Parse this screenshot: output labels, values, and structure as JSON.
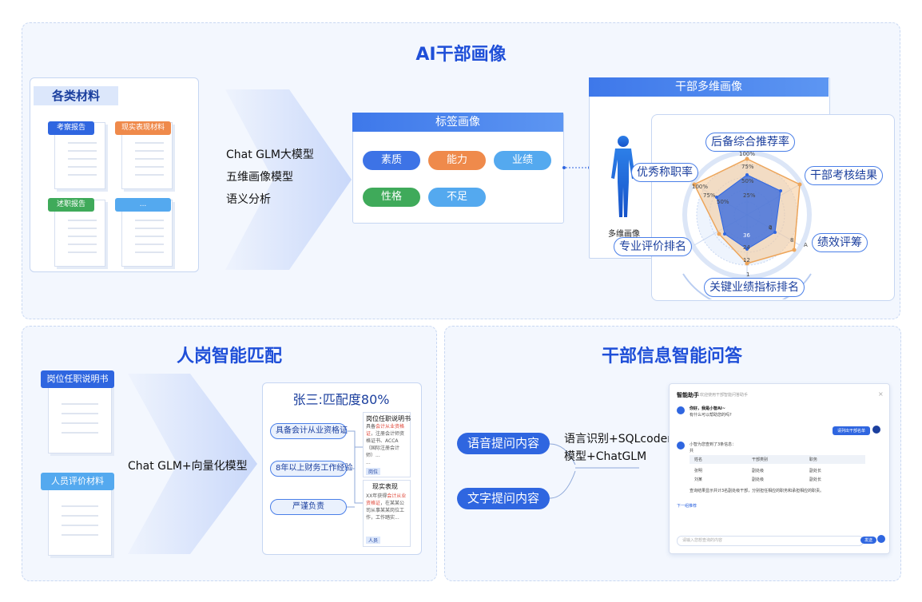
{
  "sections": {
    "top": {
      "title": "AI干部画像",
      "materials_title": "各类材料",
      "materials": [
        "考察报告",
        "现实表现材料",
        "述职报告",
        "..."
      ],
      "model_lines": [
        "Chat GLM大模型",
        "五维画像模型",
        "语义分析"
      ],
      "tag_panel": {
        "title": "标签画像",
        "tags": [
          "素质",
          "能力",
          "业绩",
          "性格",
          "不足"
        ]
      },
      "multi_panel": {
        "title": "干部多维画像",
        "figure_label": "多维画像",
        "radar_labels": [
          "后备综合推荐率",
          "干部考核结果",
          "绩效评筹",
          "关键业绩指标排名",
          "专业评价排名",
          "优秀称职率"
        ],
        "ring_ticks": [
          "100%",
          "75%",
          "50%",
          "25%",
          "100%",
          "75%",
          "50%"
        ],
        "inner_ticks": [
          "36",
          "24",
          "12",
          "8",
          "4",
          "1",
          "A",
          "0"
        ]
      }
    },
    "left": {
      "title": "人岗智能匹配",
      "docs": [
        "岗位任职说明书",
        "人员评价材料"
      ],
      "model": "Chat GLM+向量化模型",
      "match_title": "张三:匹配度80%",
      "criteria": [
        "具备会计从业资格证",
        "8年以上财务工作经验",
        "严谨负责"
      ],
      "job_card": {
        "title": "岗位任职说明书",
        "text_pre": "具备",
        "text_hl": "会计从业资格证",
        "text_post": "，注册会计师资格证书、ACCA（国际注册会计师）...",
        "more": "...",
        "tag": "岗位"
      },
      "person_card": {
        "title": "现实表现",
        "text_pre": "XX年获得",
        "text_hl": "会计从业资格证",
        "text_post": "，在某某公司从事某某岗位工作，工作踏实...",
        "tag": "人员"
      }
    },
    "right": {
      "title": "干部信息智能问答",
      "inputs": [
        "语音提问内容",
        "文字提问内容"
      ],
      "model_lines": [
        "语言识别+SQLcoder",
        "模型+ChatGLM"
      ],
      "chat": {
        "app_title": "智能助手",
        "app_sub": "欢迎使用干部智能问答助手",
        "close": "×",
        "bot_greeting": "你好，我是小智AI~",
        "bot_greeting2": "有什么可以帮助您的吗?",
        "user_msg": "请列出干部名单",
        "bot_answer": "小智为您查到了3条信息：",
        "bot_answer2": "共",
        "table_headers": [
          "姓名",
          "干部类别",
          "职务"
        ],
        "table_rows": [
          [
            "张明",
            "副处级",
            "副处长"
          ],
          [
            "刘某",
            "副处级",
            "副处长"
          ]
        ],
        "summary": "查询结果显示共计3名副处级干部，分别担任相应的职务和承担相应的职责。",
        "next": "下一组推荐",
        "input_placeholder": "请输入您想查询的内容",
        "send": "发送"
      }
    }
  },
  "colors": {
    "blue": "#2f66e0",
    "orange": "#ef8a4b",
    "green": "#3faa5a",
    "lightblue": "#54a9ef",
    "red": "#e0483a"
  }
}
